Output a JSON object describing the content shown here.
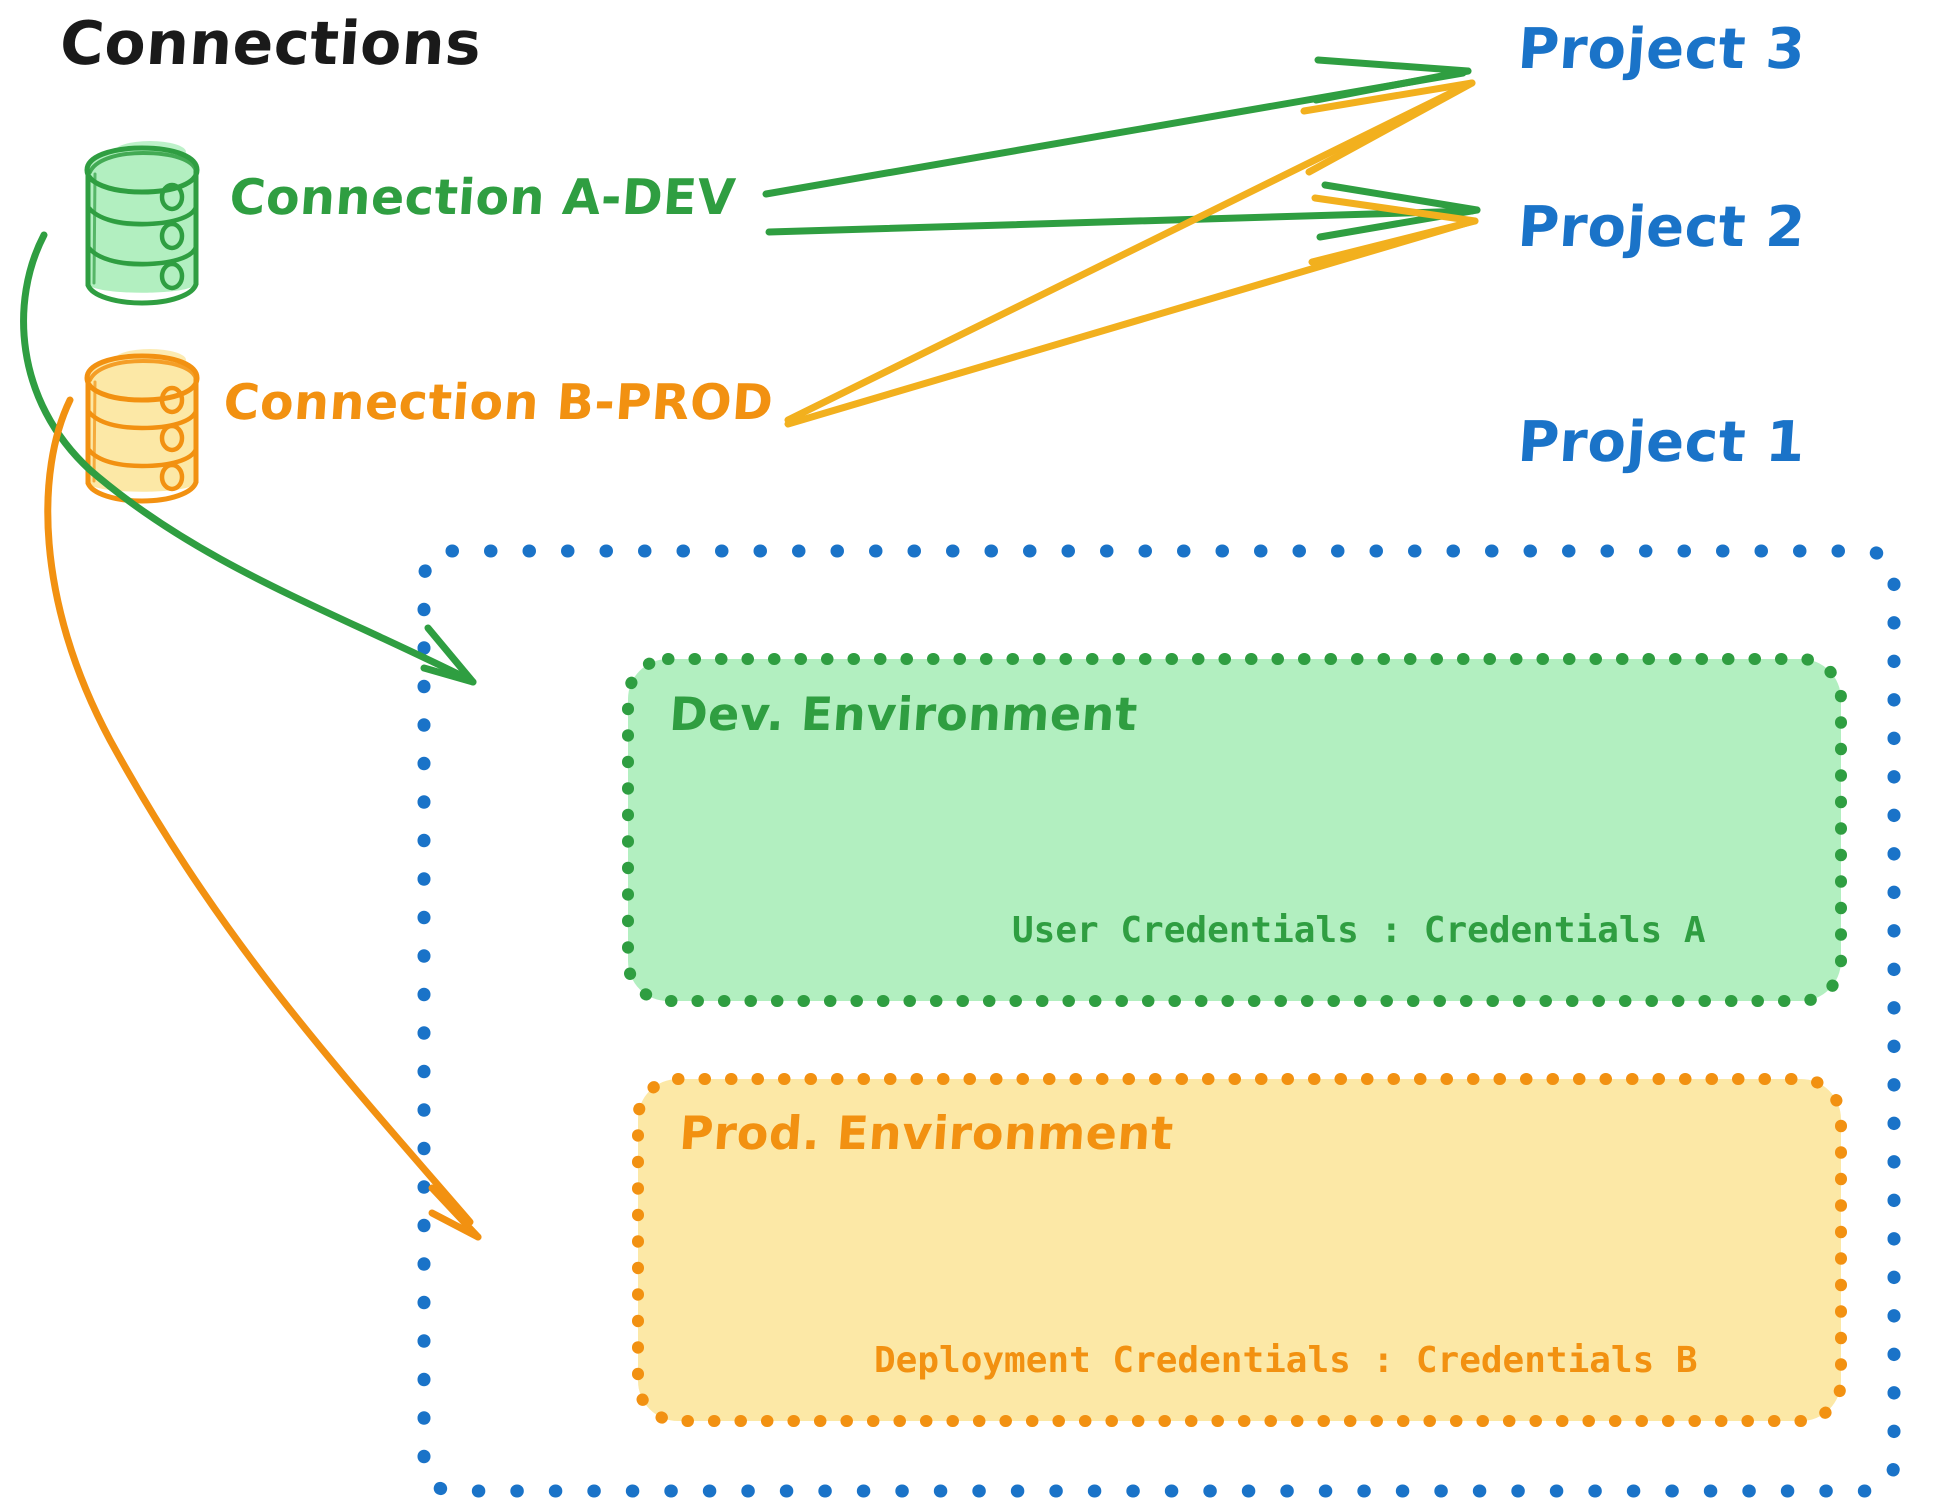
{
  "diagram": {
    "title": "Connections",
    "colors": {
      "green_stroke": "#2f9e41",
      "green_fill": "#b2efc0",
      "orange_stroke": "#f29111",
      "orange_fill": "#fce8a6",
      "blue_text": "#1a73c8",
      "blue_dots": "#1a73c8",
      "black_text": "#1a1a1a",
      "background": "#ffffff"
    },
    "connections": [
      {
        "id": "connection-a-dev",
        "label": "Connection A-DEV",
        "icon": "database-cylinder-icon",
        "color": "#2f9e41"
      },
      {
        "id": "connection-b-prod",
        "label": "Connection B-PROD",
        "icon": "database-cylinder-icon",
        "color": "#f29111"
      }
    ],
    "projects": [
      {
        "id": "project-3",
        "label": "Project 3"
      },
      {
        "id": "project-2",
        "label": "Project 2"
      },
      {
        "id": "project-1",
        "label": "Project 1"
      }
    ],
    "project_1_container": {
      "label": "Project 1",
      "border_style": "dotted",
      "border_color": "#1a73c8",
      "environments": [
        {
          "id": "dev-environment",
          "title": "Dev. Environment",
          "credential_label": "User Credentials : Credentials A",
          "credential_key": "User Credentials",
          "credential_value": "Credentials A",
          "stroke": "#2f9e41",
          "fill": "#b2efc0"
        },
        {
          "id": "prod-environment",
          "title": "Prod. Environment",
          "credential_label": "Deployment Credentials : Credentials B",
          "credential_key": "Deployment Credentials",
          "credential_value": "Credentials B",
          "stroke": "#f29111",
          "fill": "#fce8a6"
        }
      ]
    },
    "edges": [
      {
        "from": "connection-a-dev",
        "to": "project-3",
        "color": "#2f9e41"
      },
      {
        "from": "connection-a-dev",
        "to": "project-2",
        "color": "#2f9e41"
      },
      {
        "from": "connection-a-dev",
        "to": "dev-environment",
        "color": "#2f9e41"
      },
      {
        "from": "connection-b-prod",
        "to": "project-3",
        "color": "#f2b01e"
      },
      {
        "from": "connection-b-prod",
        "to": "project-2",
        "color": "#f2b01e"
      },
      {
        "from": "connection-b-prod",
        "to": "prod-environment",
        "color": "#f29111"
      }
    ]
  }
}
